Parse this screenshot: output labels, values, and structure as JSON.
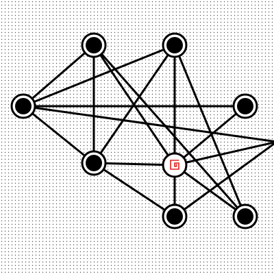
{
  "game": {
    "theme": {
      "background": "#ffffff",
      "grid_dot_color": "#555555",
      "edge_color": "#000000",
      "node_color": "#000000",
      "goal_icon_color": "#e0201b"
    },
    "nodes": [
      {
        "id": "n1",
        "kind": "node"
      },
      {
        "id": "n2",
        "kind": "node"
      },
      {
        "id": "n3",
        "kind": "node"
      },
      {
        "id": "n4",
        "kind": "node"
      },
      {
        "id": "n5",
        "kind": "node"
      },
      {
        "id": "goal",
        "kind": "goal",
        "icon": "goal-spiral-icon"
      },
      {
        "id": "n6",
        "kind": "node"
      },
      {
        "id": "n7",
        "kind": "node"
      },
      {
        "id": "n8",
        "kind": "offscreen-node"
      }
    ],
    "edges": [
      [
        "n3",
        "n1"
      ],
      [
        "n3",
        "n2"
      ],
      [
        "n3",
        "n4"
      ],
      [
        "n3",
        "n5"
      ],
      [
        "n3",
        "n8"
      ],
      [
        "n1",
        "n5"
      ],
      [
        "n1",
        "goal"
      ],
      [
        "n1",
        "n7"
      ],
      [
        "n2",
        "n5"
      ],
      [
        "n2",
        "goal"
      ],
      [
        "n2",
        "n6"
      ],
      [
        "n2",
        "n7"
      ],
      [
        "n5",
        "goal"
      ],
      [
        "n5",
        "n6"
      ],
      [
        "goal",
        "n4"
      ],
      [
        "goal",
        "n8"
      ],
      [
        "goal",
        "n7"
      ],
      [
        "n6",
        "n8"
      ]
    ]
  }
}
